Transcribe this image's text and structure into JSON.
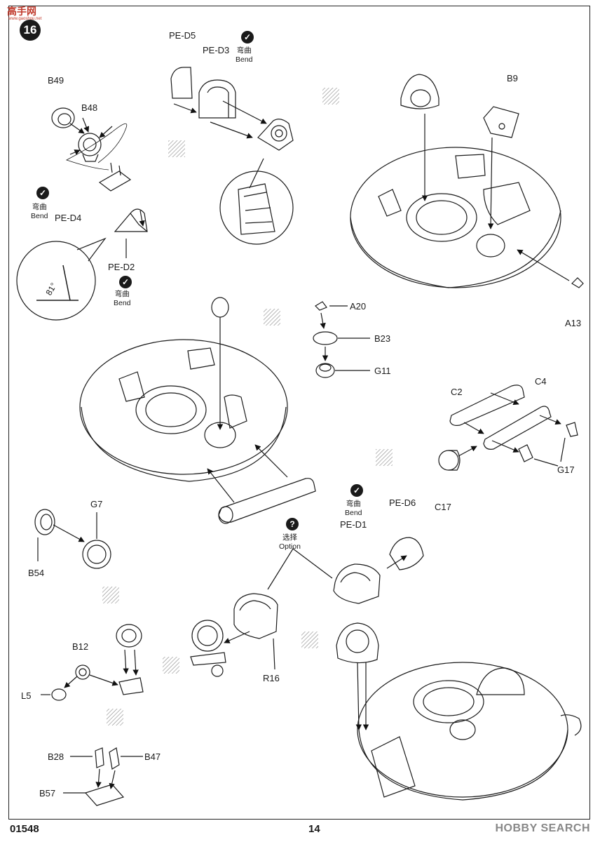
{
  "header": {
    "site_logo": "高手网",
    "site_url": "www.gaoshou.net",
    "step_number": "16"
  },
  "footer": {
    "kit_number": "01548",
    "page_number": "14",
    "watermark": "HOBBY SEARCH"
  },
  "instructions": {
    "bend_cn": "弯曲",
    "bend_en": "Bend",
    "option_cn": "选择",
    "option_en": "Option",
    "angle": "81°"
  },
  "parts": {
    "pe_d5": "PE-D5",
    "pe_d3": "PE-D3",
    "b49": "B49",
    "b48": "B48",
    "pe_d4": "PE-D4",
    "pe_d2": "PE-D2",
    "b9": "B9",
    "a13": "A13",
    "a20": "A20",
    "b23": "B23",
    "g11": "G11",
    "c2": "C2",
    "c4": "C4",
    "g17": "G17",
    "c17": "C17",
    "g7": "G7",
    "b54": "B54",
    "pe_d1": "PE-D1",
    "pe_d6": "PE-D6",
    "r16": "R16",
    "b12": "B12",
    "l5": "L5",
    "b28": "B28",
    "b47": "B47",
    "b57": "B57"
  },
  "icons": {
    "bend": "bend-icon",
    "option": "question-icon"
  }
}
